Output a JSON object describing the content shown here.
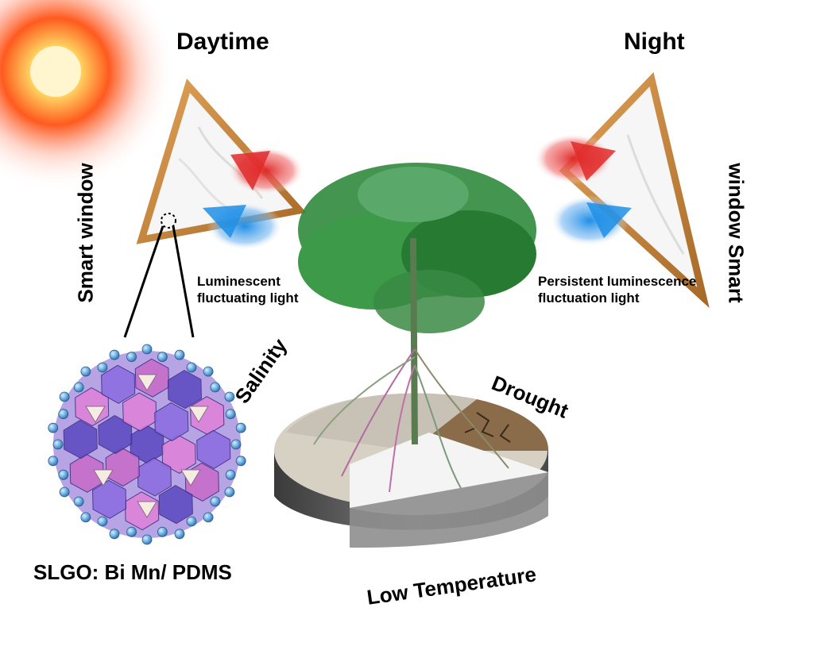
{
  "headings": {
    "day": "Daytime",
    "night": "Night"
  },
  "windows": {
    "left_label": "Smart window",
    "right_label": "window Smart"
  },
  "light": {
    "day_line1": "Luminescent",
    "day_line2": "fluctuating light",
    "night_line1": "Persistent luminescence",
    "night_line2": "fluctuation light"
  },
  "stresses": {
    "salinity": "Salinity",
    "drought": "Drought",
    "low_temperature": "Low Temperature"
  },
  "material": {
    "formula": "SLGO: Bi Mn/ PDMS"
  },
  "colors": {
    "sun": "#ff5a1e",
    "frame": "#c8873a",
    "red_light": "#e02a2a",
    "blue_light": "#1e8fe6",
    "foliage": "#2f8a3c",
    "crystal_purple": "#6a4fc8",
    "crystal_pink": "#e080d8",
    "atom": "#6aaee0"
  },
  "icons": [
    "sun-icon",
    "smart-window-frame-icon",
    "crystal-structure-icon",
    "plant-icon",
    "soil-disc-icon"
  ]
}
